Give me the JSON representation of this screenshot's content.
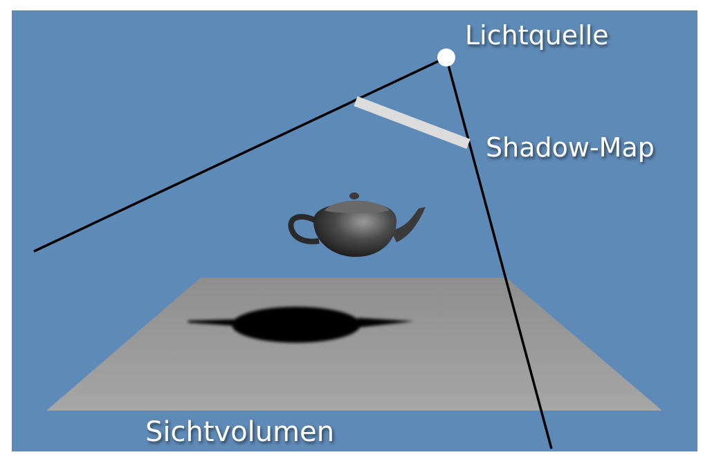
{
  "labels": {
    "light_source": "Lichtquelle",
    "shadow_map": "Shadow-Map",
    "view_volume": "Sichtvolumen"
  },
  "colors": {
    "background": "#5e8ab7",
    "frustum_lines": "#000000",
    "shadow_map_bar": "#dcdcdc",
    "ground_plane": "#9c9c9c",
    "shadow": "#050505",
    "light_point": "#ffffff"
  },
  "objects": {
    "object_icon": "teapot-icon"
  }
}
